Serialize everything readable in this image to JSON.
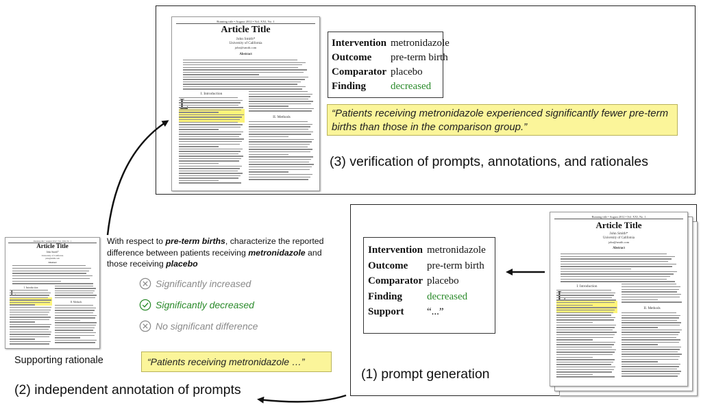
{
  "paper": {
    "running_head": "Running title • August 2012 • Vol. XXI, No. 1",
    "title": "Article Title",
    "author": "John Smith*",
    "affiliation": "University of California",
    "email": "john@smith.com",
    "abstract_heading": "Abstract",
    "section_intro": "I. Introduction",
    "section_methods": "II. Methods",
    "drop_cap": "L"
  },
  "pico": {
    "rows": [
      {
        "key": "Intervention",
        "value": "metronidazole"
      },
      {
        "key": "Outcome",
        "value": "pre-term birth"
      },
      {
        "key": "Comparator",
        "value": "placebo"
      },
      {
        "key": "Finding",
        "value": "decreased"
      }
    ],
    "support_key": "Support",
    "support_value": "“...”"
  },
  "rationale_full": "“Patients receiving metronidazole experienced significantly fewer pre-term births than those in the comparison group.”",
  "rationale_short": "“Patients receiving metronidazole …”",
  "question": {
    "prefix": "With respect to ",
    "outcome": "pre-term births",
    "middle": ", characterize the reported difference between patients receiving ",
    "intervention": "metronidazole",
    "and": " and those receiving ",
    "comparator": "placebo"
  },
  "options": [
    {
      "label": "Significantly increased",
      "state": "unselected",
      "icon": "x-circle-icon"
    },
    {
      "label": "Significantly decreased",
      "state": "selected",
      "icon": "check-circle-icon"
    },
    {
      "label": "No significant difference",
      "state": "unselected",
      "icon": "x-circle-icon"
    }
  ],
  "captions": {
    "step1": "(1) prompt generation",
    "step2": "(2) independent annotation of prompts",
    "step3": "(3) verification of prompts, annotations, and rationales",
    "supporting_rationale": "Supporting rationale"
  },
  "colors": {
    "selected": "#2a8a2a",
    "unselected": "#8a8a8a",
    "highlight": "#fdf47a"
  }
}
